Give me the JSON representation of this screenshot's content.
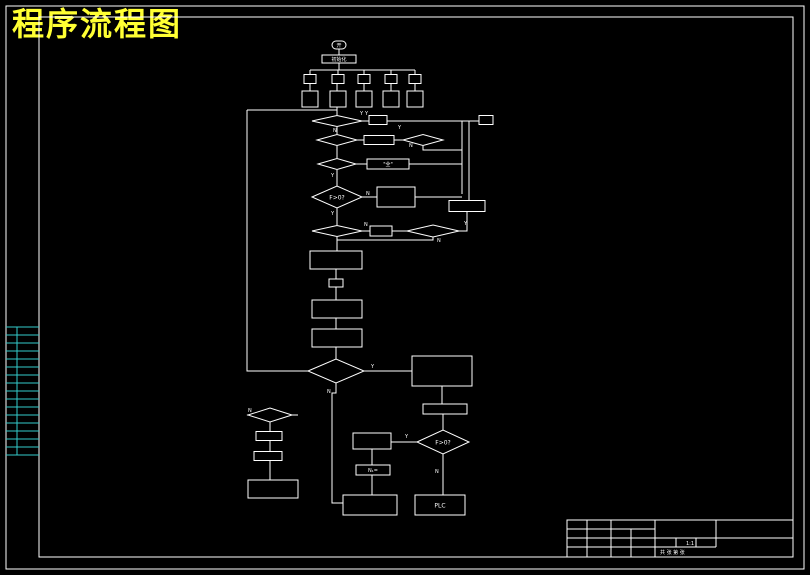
{
  "title": "程序流程图",
  "colors": {
    "background": "#000000",
    "title": "#ffff33",
    "line": "#ffffff",
    "frame_strip": "#33cccc"
  },
  "flowchart": {
    "nodes": {
      "n_start": "开",
      "n_init": "初始化",
      "n_b1": "",
      "n_b2": "",
      "n_b3": "",
      "n_b4": "",
      "n_b5": "",
      "n_c1": "",
      "n_c2": "",
      "n_c3": "",
      "n_c4": "",
      "n_c5": "",
      "n_d1": "",
      "n_a1": "",
      "n_far": "",
      "n_d2": "",
      "n_d2b": "",
      "n_a2": "",
      "n_d3": "",
      "n_a3": "\"全\"",
      "n_d4": "F>0?",
      "n_a4": "",
      "n_r1": "",
      "n_d5": "",
      "n_a5": "",
      "n_d5b": "",
      "n_p1": "",
      "n_p2": "",
      "n_p3": "",
      "n_p4": "",
      "n_d6": "",
      "n_q1": "",
      "n_q2": "",
      "n_d7": "F>0?",
      "n_q3": "",
      "n_q4": "N₁=",
      "n_q5": "",
      "n_q6": "PLC",
      "n_d8": "",
      "n_l1": "",
      "n_l2": "",
      "n_l3": ""
    },
    "edge_labels": {
      "y1": "Y",
      "n1": "N",
      "y2": "Y",
      "n2": "N",
      "y3": "Y",
      "n3": "N",
      "y4": "Y",
      "n4": "N",
      "y5": "Y",
      "n5": "N",
      "y6": "Y",
      "n6": "N",
      "y7": "Y",
      "n7": "N",
      "y8": "Y",
      "n8": "N"
    }
  },
  "title_block": {
    "ratio": "1:1",
    "sheet": "共  张  第  张"
  }
}
